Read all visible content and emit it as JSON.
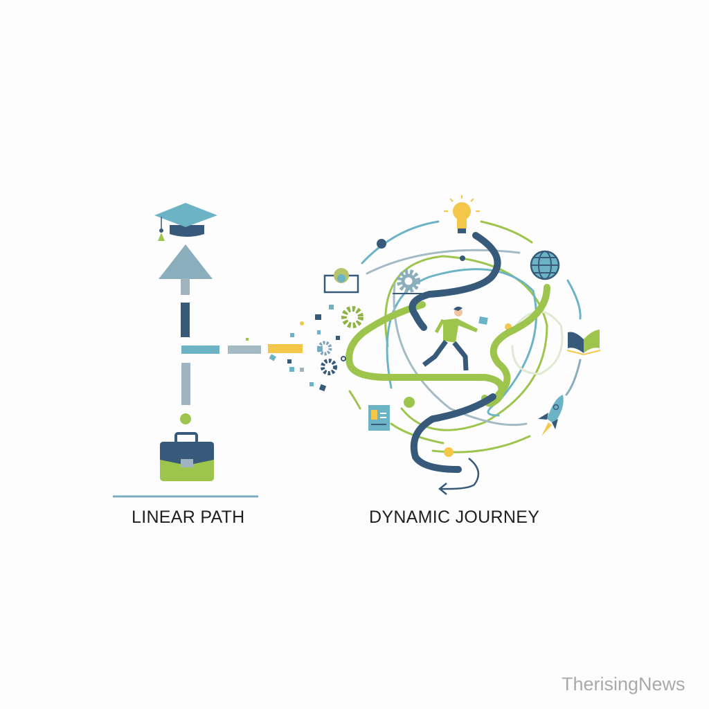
{
  "left_panel": {
    "label": "LINEAR PATH"
  },
  "right_panel": {
    "label": "DYNAMIC JOURNEY"
  },
  "watermark": "TherisingNews",
  "icons": [
    "graduation-cap-icon",
    "arrow-up-icon",
    "briefcase-icon",
    "lightbulb-icon",
    "globe-icon",
    "book-icon",
    "rocket-icon",
    "document-icon",
    "monitor-icon",
    "gear-icon",
    "runner-figure",
    "return-arrow-icon"
  ],
  "colors": {
    "navy": "#37597a",
    "teal": "#6db3c6",
    "green": "#9dc54d",
    "yellow": "#f4c64a",
    "grey": "#9fb4c0"
  }
}
